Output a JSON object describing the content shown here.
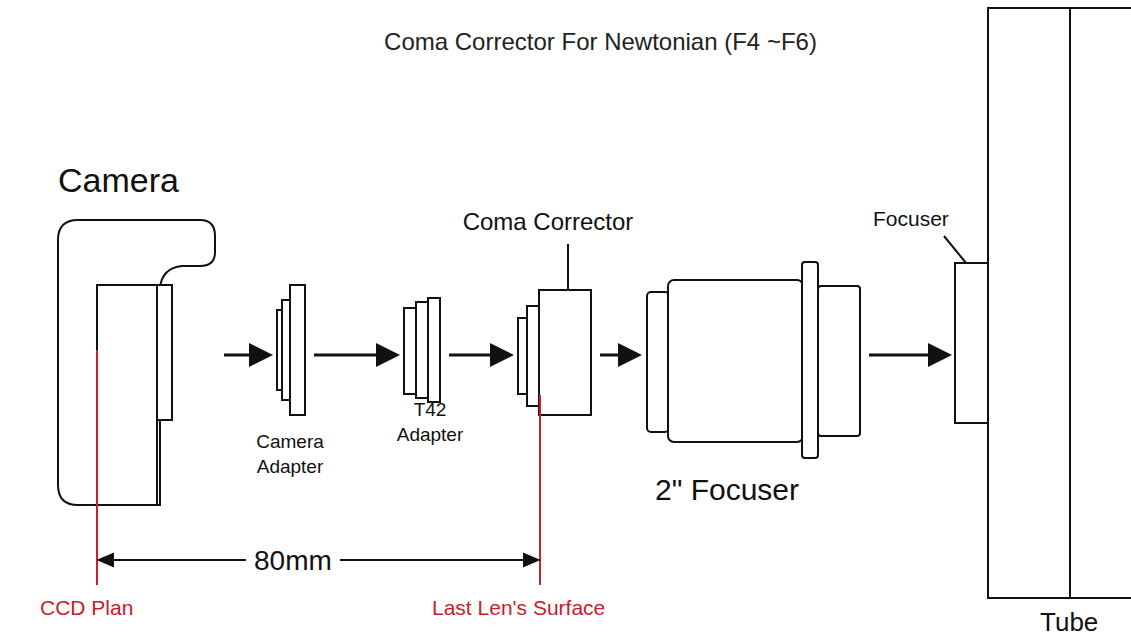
{
  "diagram": {
    "title": "Coma Corrector For Newtonian (F4 ~F6)",
    "nodes": [
      {
        "text": [
          "Camera"
        ]
      },
      {
        "text": [
          "Camera Adapter"
        ]
      },
      {
        "text": [
          "T42 Adapter"
        ]
      },
      {
        "text": [
          "Coma Corrector"
        ]
      },
      {
        "text": [
          "2\" Focuser"
        ]
      },
      {
        "text": [
          "Focuser"
        ]
      },
      {
        "text": [
          "Tube"
        ]
      }
    ],
    "edges": [
      {
        "from": 0,
        "to": 1,
        "arrow": "to"
      },
      {
        "from": 1,
        "to": 2,
        "arrow": "to"
      },
      {
        "from": 2,
        "to": 3,
        "arrow": "to"
      },
      {
        "from": 3,
        "to": 4,
        "arrow": "to"
      },
      {
        "from": 4,
        "to": 5,
        "arrow": "to"
      }
    ],
    "labels": [
      "80mm",
      "CCD Plan",
      "Last Len's Surface"
    ]
  }
}
